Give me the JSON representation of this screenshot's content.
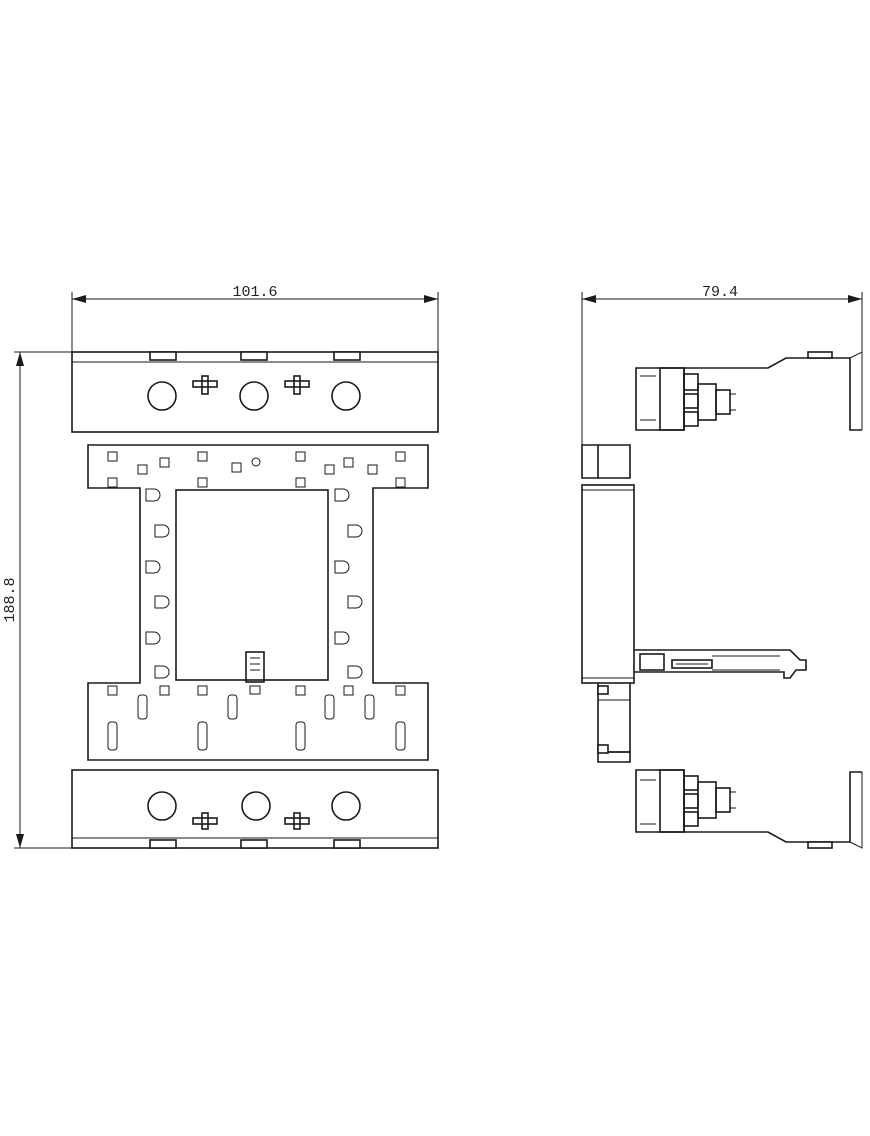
{
  "drawing": {
    "line_color": "#1a1a1a",
    "background": "#ffffff",
    "dimensions": {
      "front_width": "101.6",
      "front_height": "188.8",
      "side_depth": "79.4"
    }
  }
}
